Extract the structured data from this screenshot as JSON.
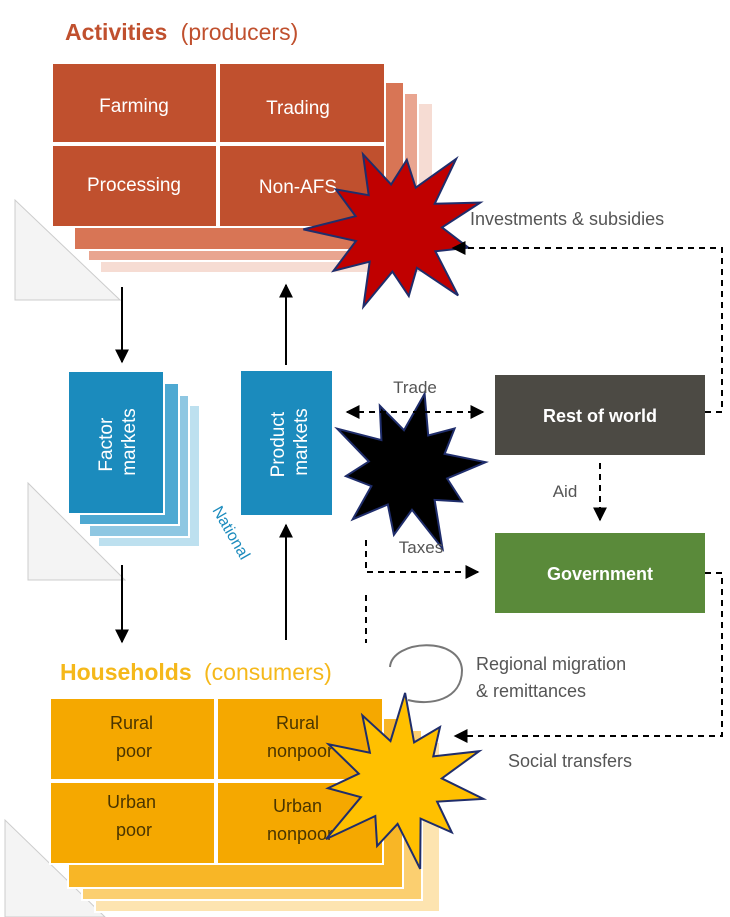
{
  "activities": {
    "title": "Activities",
    "subtitle": "(producers)",
    "cells": [
      "Farming",
      "Trading",
      "Processing",
      "Non-AFS"
    ]
  },
  "households": {
    "title": "Households",
    "subtitle": "(consumers)",
    "cells": [
      [
        "Rural",
        "poor"
      ],
      [
        "Rural",
        "nonpoor"
      ],
      [
        "Urban",
        "poor"
      ],
      [
        "Urban",
        "nonpoor"
      ]
    ]
  },
  "factor_markets": [
    "Factor",
    "markets"
  ],
  "product_markets": [
    "Product",
    "markets"
  ],
  "national_label": "National",
  "rest_of_world": "Rest of world",
  "government": "Government",
  "flow_labels": {
    "trade": "Trade",
    "aid": "Aid",
    "taxes": "Taxes",
    "investments": "Investments & subsidies",
    "migration_line1": "Regional migration",
    "migration_line2": "& remittances",
    "social_transfers": "Social transfers"
  },
  "colors": {
    "activities": "#c0502e",
    "activities_title": "#c0502e",
    "households": "#f5a800",
    "households_title": "#f5b81a",
    "markets": "#1b8bbd",
    "national": "#1b8bbd",
    "rest_of_world": "#4c4a44",
    "government": "#5a8a3a",
    "shock_red": "#c00000",
    "shock_black": "#000000",
    "shock_yellow": "#ffc000",
    "label_gray": "#555555"
  }
}
